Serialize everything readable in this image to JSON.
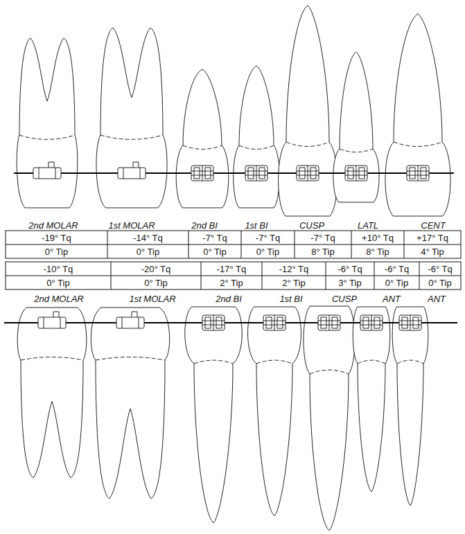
{
  "diagram": {
    "labels": [
      "2nd MOLAR",
      "1st MOLAR",
      "2nd BI",
      "1st BI",
      "CUSP",
      "LATL",
      "CENT",
      "-19° Tq",
      "-14° Tq",
      "-7° Tq",
      "-7° Tq",
      "-7° Tq",
      "+10° Tq",
      "+17° Tq",
      "0° Tip",
      "0° Tip",
      "0° Tip",
      "0° Tip",
      "8° Tip",
      "8° Tip",
      "4° Tip",
      "-10° Tq",
      "-20° Tq",
      "-17° Tq",
      "-12° Tq",
      "-6° Tq",
      "-6° Tq",
      "-6° Tq",
      "0° Tip",
      "0° Tip",
      "2° Tip",
      "2° Tip",
      "3° Tip",
      "0° Tip",
      "0° Tip",
      "2nd MOLAR",
      "1st MOLAR",
      "2nd BI",
      "1st BI",
      "CUSP",
      "ANT",
      "ANT"
    ]
  }
}
